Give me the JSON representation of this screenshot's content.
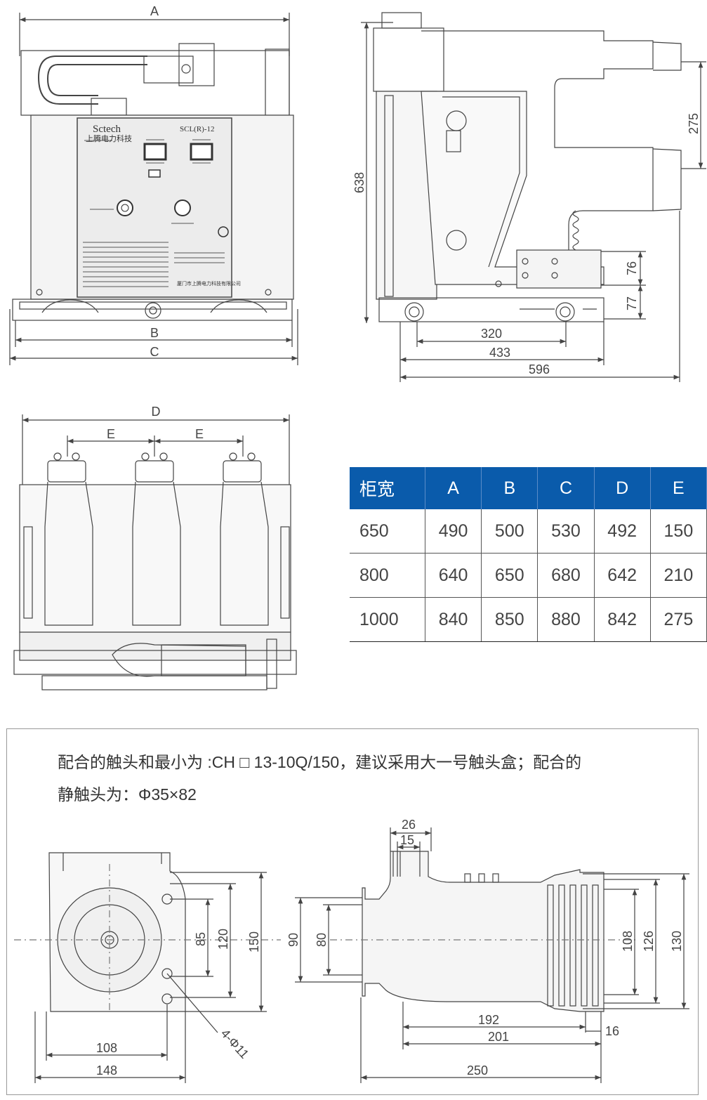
{
  "colors": {
    "accent": "#0a5bab",
    "line": "#444444",
    "panel_fill": "#eeeeee"
  },
  "front_view": {
    "dims": {
      "a": "A",
      "b": "B",
      "c": "C"
    },
    "panel": {
      "brand": "Sctech",
      "brand_cn": "上腾电力科技",
      "model": "SCL(R)-12",
      "footer": "厦门市上腾电力科技有限公司"
    }
  },
  "side_view": {
    "dims": [
      "638",
      "275",
      "76",
      "77",
      "320",
      "433",
      "596"
    ]
  },
  "top_view": {
    "dims": {
      "d": "D",
      "e1": "E",
      "e2": "E"
    }
  },
  "table": {
    "headers": [
      "柜宽",
      "A",
      "B",
      "C",
      "D",
      "E"
    ],
    "rows": [
      [
        "650",
        "490",
        "500",
        "530",
        "492",
        "150"
      ],
      [
        "800",
        "640",
        "650",
        "680",
        "642",
        "210"
      ],
      [
        "1000",
        "840",
        "850",
        "880",
        "842",
        "275"
      ]
    ]
  },
  "contact": {
    "note_line1": "配合的触头和最小为 :CH □ 13-10Q/150，建议采用大一号触头盒；配合的",
    "note_line2": "静触头为：Φ35×82",
    "end_view_dims": {
      "d85": "85",
      "d120": "120",
      "d150": "150",
      "d108": "108",
      "d148": "148",
      "hole": "4-Φ11"
    },
    "side_view_dims": {
      "d26": "26",
      "d15": "15",
      "d90": "90",
      "d80": "80",
      "d108": "108",
      "d126": "126",
      "d130": "130",
      "d192": "192",
      "d201": "201",
      "d16": "16",
      "d250": "250"
    }
  }
}
